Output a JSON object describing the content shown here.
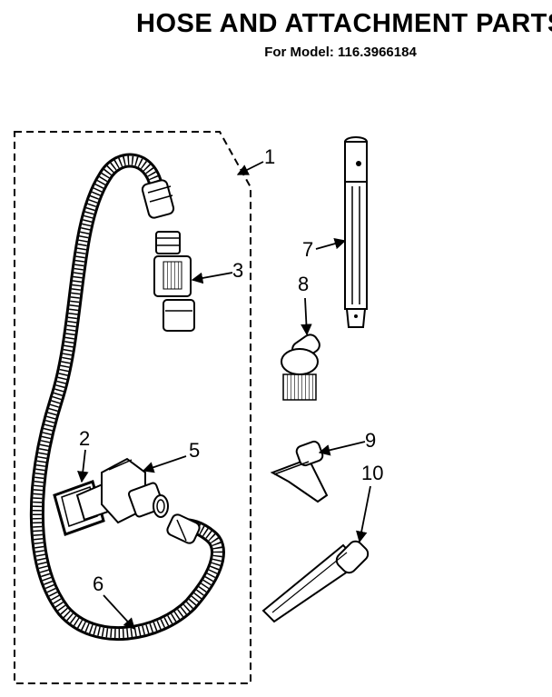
{
  "header": {
    "title": "HOSE AND ATTACHMENT PARTS",
    "model_line": "For Model: 116.3966184"
  },
  "callouts": [
    {
      "part": "1"
    },
    {
      "part": "2"
    },
    {
      "part": "3"
    },
    {
      "part": "5"
    },
    {
      "part": "6"
    },
    {
      "part": "7"
    },
    {
      "part": "8"
    },
    {
      "part": "9"
    },
    {
      "part": "10"
    }
  ],
  "colors": {
    "ink": "#000000",
    "paper": "#ffffff"
  }
}
